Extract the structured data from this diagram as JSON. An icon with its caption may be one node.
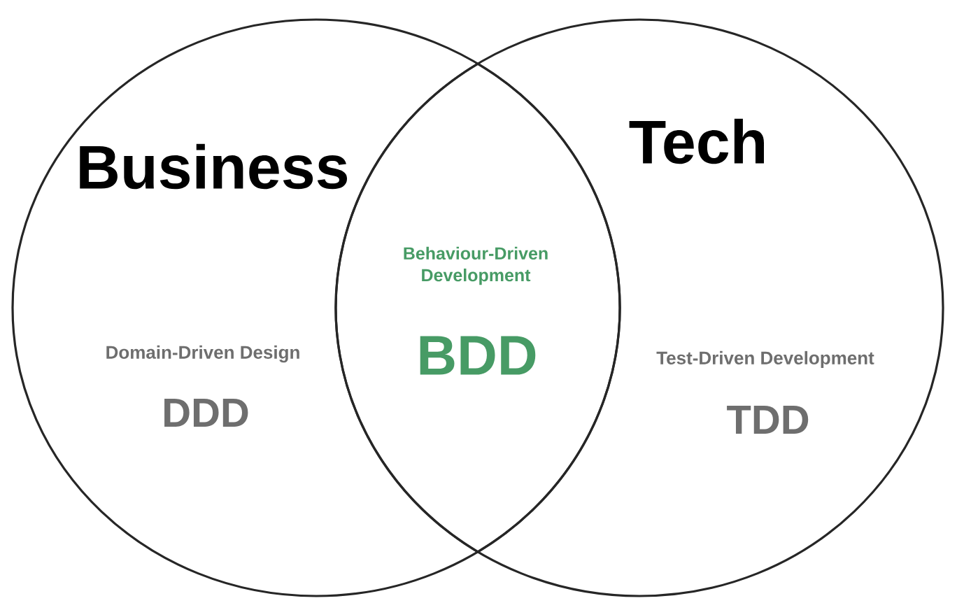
{
  "diagram": {
    "nodes": [
      {
        "text": [
          "Business",
          "Domain-Driven Design",
          "DDD"
        ]
      },
      {
        "text": [
          "Tech",
          "Test-Driven Development",
          "TDD"
        ]
      },
      {
        "text": [
          "Behaviour-Driven Development",
          "BDD"
        ]
      }
    ]
  }
}
